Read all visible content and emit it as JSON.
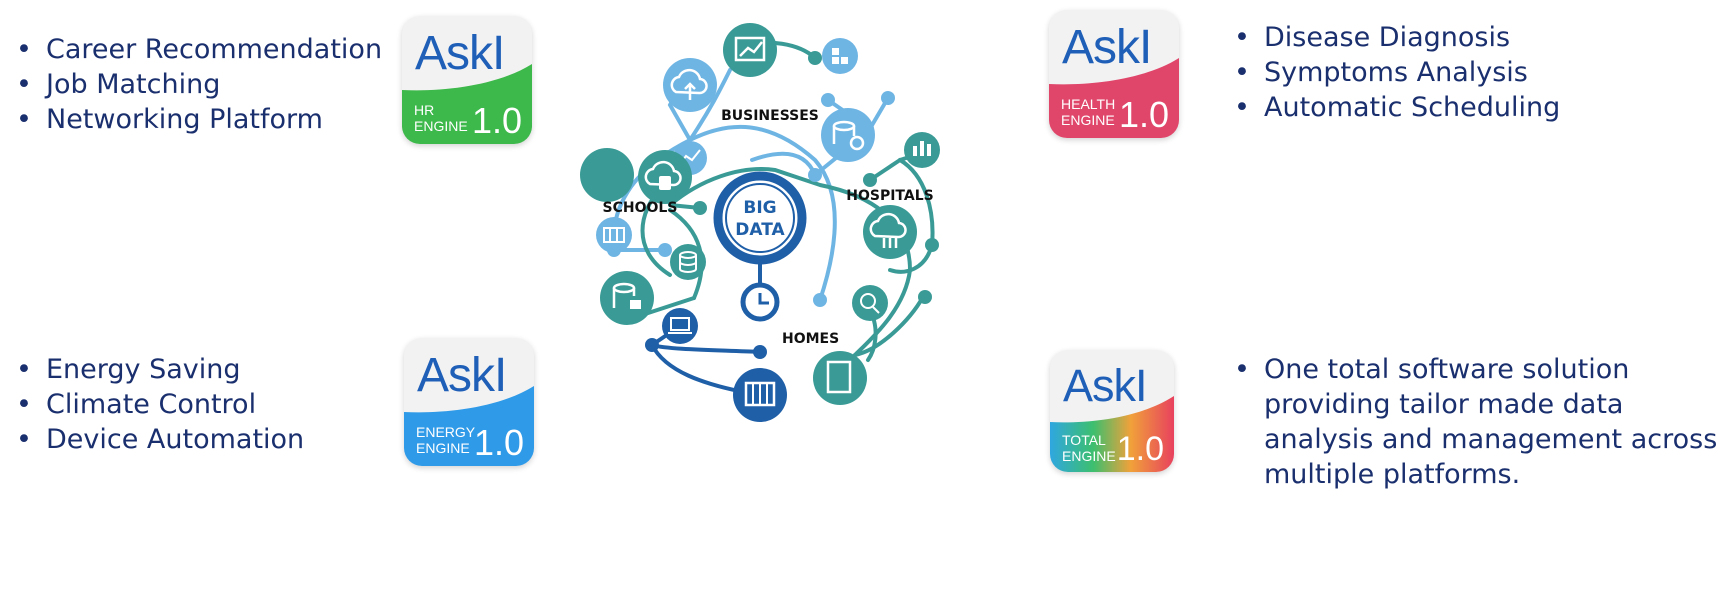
{
  "panels": {
    "hr": {
      "bullets": [
        "Career Recommendation",
        "Job Matching",
        "Networking Platform"
      ],
      "brand": "AskI",
      "engine": "HR\nENGINE",
      "version": "1.0",
      "color": "#3db84a"
    },
    "health": {
      "bullets": [
        "Disease Diagnosis",
        "Symptoms Analysis",
        "Automatic Scheduling"
      ],
      "brand": "AskI",
      "engine": "HEALTH\nENGINE",
      "version": "1.0",
      "color": "#e0456a"
    },
    "energy": {
      "bullets": [
        "Energy Saving",
        "Climate Control",
        "Device Automation"
      ],
      "brand": "AskI",
      "engine": "ENERGY\nENGINE",
      "version": "1.0",
      "color": "#2f9ae8"
    },
    "total": {
      "bullets": [
        "One total software solution providing tailor made data analysis and management across multiple platforms."
      ],
      "brand": "AskI",
      "engine": "TOTAL\nENGINE",
      "version": "1.0",
      "color": "gradient"
    }
  },
  "diagram": {
    "center_line1": "BIG",
    "center_line2": "DATA",
    "sectors": {
      "businesses": "BUSINESSES",
      "schools": "SCHOOLS",
      "hospitals": "HOSPITALS",
      "homes": "HOMES"
    },
    "colors": {
      "light_blue": "#6fb5e4",
      "teal": "#3a9b96",
      "navy": "#1f5fa8"
    }
  }
}
